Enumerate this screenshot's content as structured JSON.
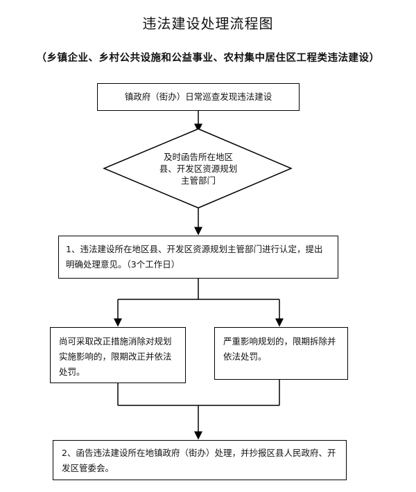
{
  "title": "违法建设处理流程图",
  "subtitle": "（乡镇企业、乡村公共设施和公益事业、农村集中居住区工程类违法建设）",
  "steps": {
    "start": "镇政府（街办）日常巡查发现违法建设",
    "notify_line1": "及时函告所在地区",
    "notify_line2": "县、开发区资源规划",
    "notify_line3": "主管部门",
    "step1": "1、违法建设所在地区县、开发区资源规划主管部门进行认定，提出明确处理意见。（3个工作日）",
    "branch_left": "尚可采取改正措施消除对规划实施影响的，限期改正并依法处罚。",
    "branch_right": "严重影响规划的，限期拆除并依法处罚。",
    "step2": "2、函告违法建设所在地镇政府（街办）处理，并抄报区县人民政府、开发区管委会。"
  }
}
